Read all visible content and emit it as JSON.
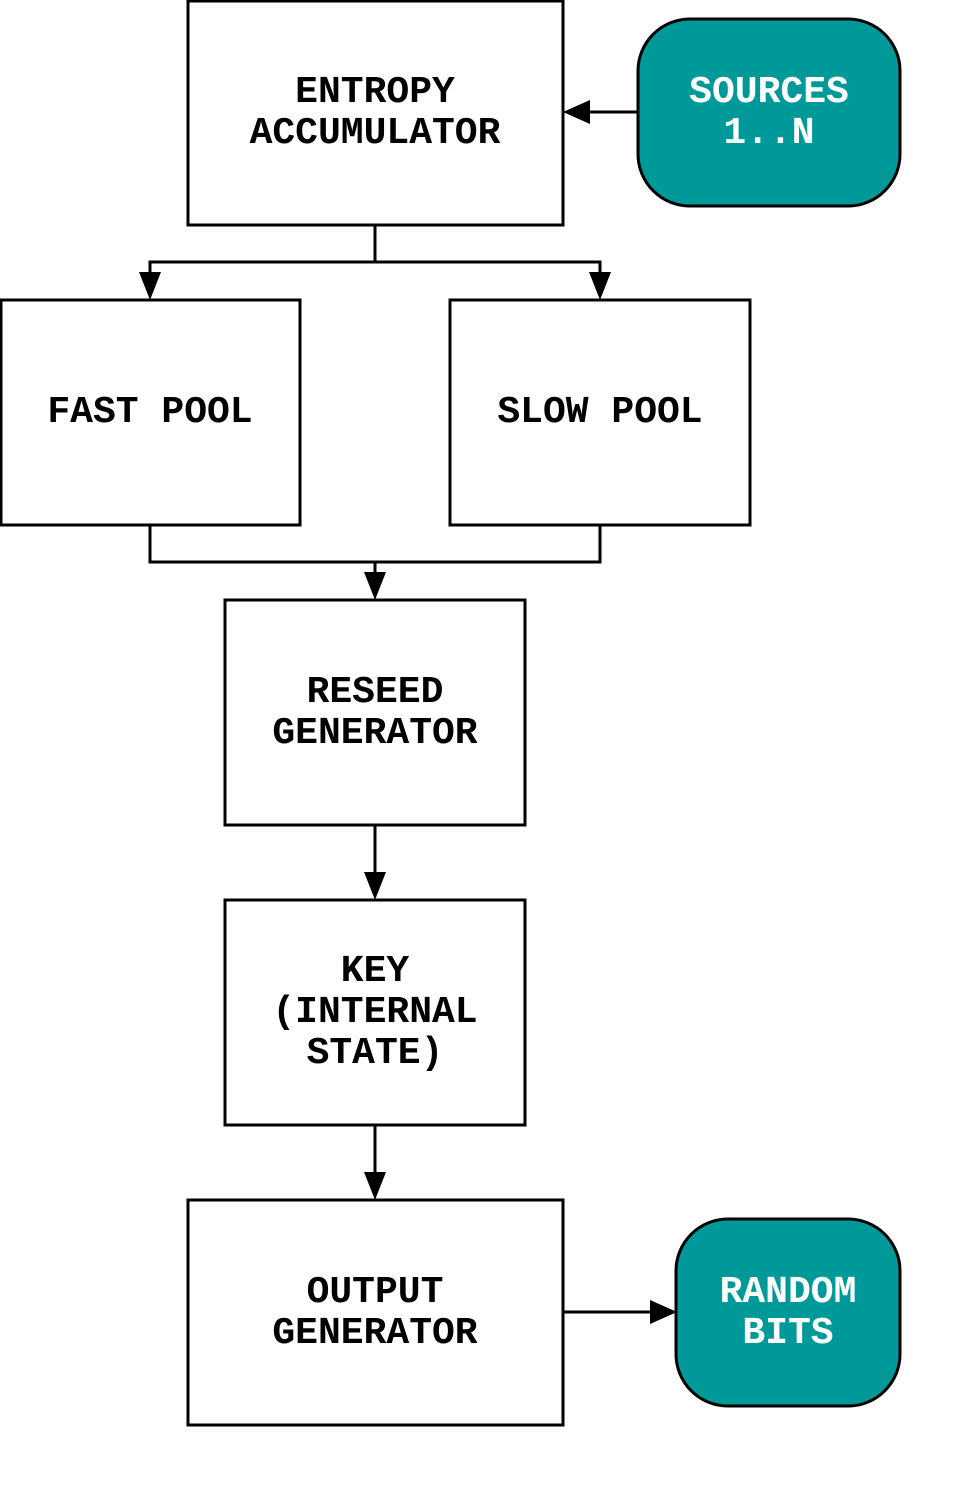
{
  "colors": {
    "box_fill": "#ffffff",
    "stroke": "#000000",
    "terminal_fill": "#009999",
    "terminal_text": "#ffffff",
    "box_text": "#000000"
  },
  "nodes": {
    "entropy_accumulator": {
      "lines": [
        "ENTROPY",
        "ACCUMULATOR"
      ]
    },
    "sources": {
      "lines": [
        "SOURCES",
        "1..N"
      ]
    },
    "fast_pool": {
      "lines": [
        "FAST POOL"
      ]
    },
    "slow_pool": {
      "lines": [
        "SLOW POOL"
      ]
    },
    "reseed_generator": {
      "lines": [
        "RESEED",
        "GENERATOR"
      ]
    },
    "key": {
      "lines": [
        "KEY",
        "(INTERNAL",
        "STATE)"
      ]
    },
    "output_generator": {
      "lines": [
        "OUTPUT",
        "GENERATOR"
      ]
    },
    "random_bits": {
      "lines": [
        "RANDOM",
        "BITS"
      ]
    }
  },
  "edges": [
    {
      "from": "sources",
      "to": "entropy_accumulator"
    },
    {
      "from": "entropy_accumulator",
      "to": "fast_pool"
    },
    {
      "from": "entropy_accumulator",
      "to": "slow_pool"
    },
    {
      "from": "fast_pool",
      "to": "reseed_generator"
    },
    {
      "from": "slow_pool",
      "to": "reseed_generator"
    },
    {
      "from": "reseed_generator",
      "to": "key"
    },
    {
      "from": "key",
      "to": "output_generator"
    },
    {
      "from": "output_generator",
      "to": "random_bits"
    }
  ]
}
